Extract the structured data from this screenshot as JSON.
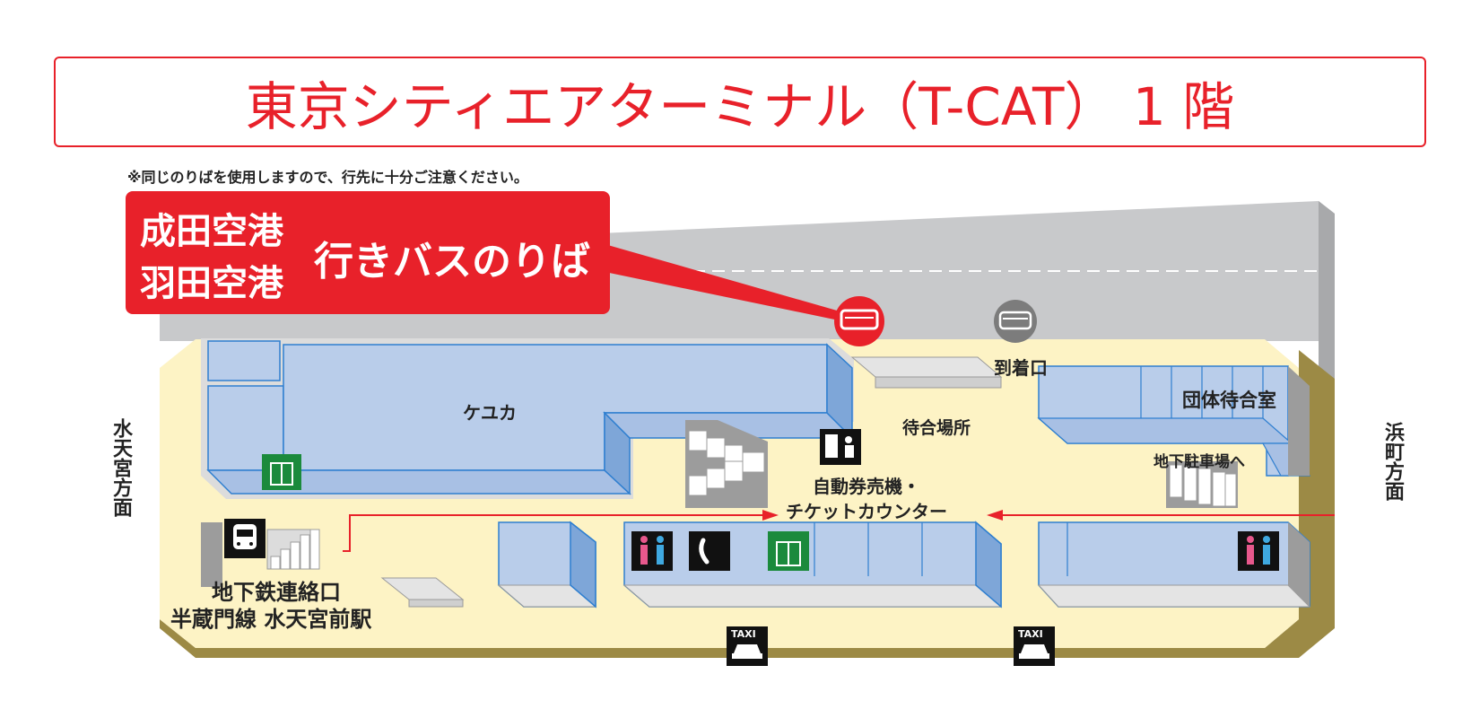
{
  "title": "東京シティエアターミナル（T-CAT） 1 階",
  "note": "※同じのりばを使用しますので、行先に十分ご注意ください。",
  "callout": {
    "destination_1": "成田空港",
    "destination_2": "羽田空港",
    "boarding": "行きバスのりば"
  },
  "labels": {
    "shop": "ケユカ",
    "arrival_gate": "到着口",
    "waiting_area": "待合場所",
    "group_waiting_room": "団体待合室",
    "ticket_line1": "自動券売機・",
    "ticket_line2": "チケットカウンター",
    "underground_parking": "地下駐車場へ",
    "subway_line1": "地下鉄連絡口",
    "subway_line2": "半蔵門線 水天宮前駅",
    "direction_left": "水天宮方面",
    "direction_right": "浜町方面",
    "taxi": "TAXI"
  },
  "icons": {
    "bus_boarding": "bus-red-icon",
    "bus_arrival": "bus-gray-icon",
    "elevator": "elevator-icon",
    "restroom": "restroom-icon",
    "telephone": "telephone-icon",
    "ticket_machine": "ticket-machine-icon",
    "subway": "subway-train-icon",
    "taxi": "taxi-icon"
  },
  "colors": {
    "accent_red": "#e8212a",
    "floor": "#fdf3c5",
    "room_fill": "#b9cdea",
    "room_stroke": "#2f7fd0",
    "road": "#c8c9cb",
    "elevator_green": "#1b8a3c"
  }
}
